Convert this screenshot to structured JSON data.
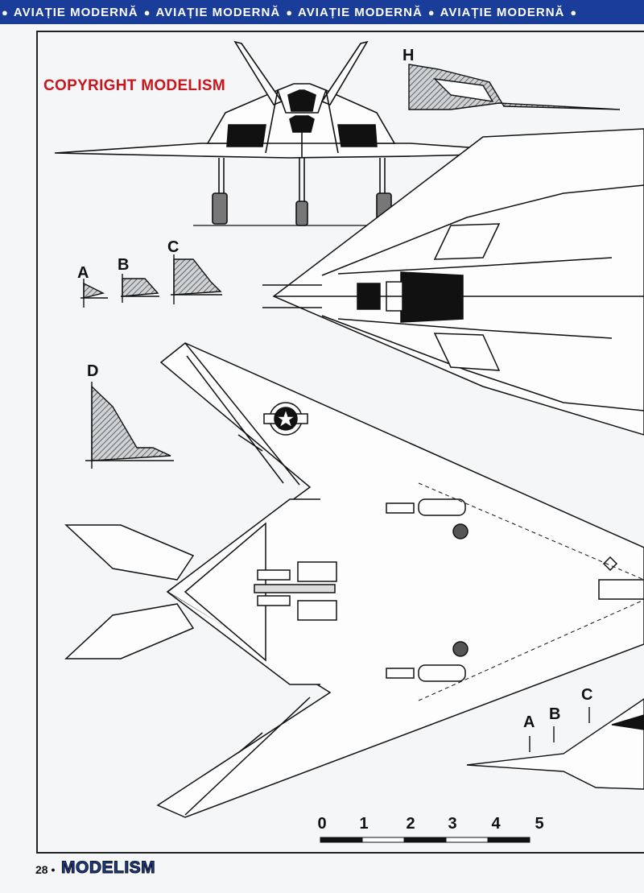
{
  "header": {
    "repeat_label": "AVIAȚIE MODERNĂ",
    "items": [
      "AVIAȚIE MODERNĂ",
      "AVIAȚIE MODERNĂ",
      "AVIAȚIE MODERNĂ",
      "AVIAȚIE MODERNĂ"
    ],
    "background": "#1b3d9a"
  },
  "copyright": "COPYRIGHT MODELISM",
  "section_labels": {
    "h": "H",
    "a": "A",
    "b": "B",
    "c": "C",
    "d": "D",
    "a2": "A",
    "b2": "B",
    "c2": "C"
  },
  "scale": {
    "ticks": [
      "0",
      "1",
      "2",
      "3",
      "4",
      "5"
    ]
  },
  "footer": {
    "page_number": "28 •",
    "brand": "MODELISM"
  },
  "colors": {
    "accent_red": "#c8161d",
    "brand_blue": "#1b3d9a",
    "ink": "#111111",
    "paper": "#f4f6f7"
  }
}
